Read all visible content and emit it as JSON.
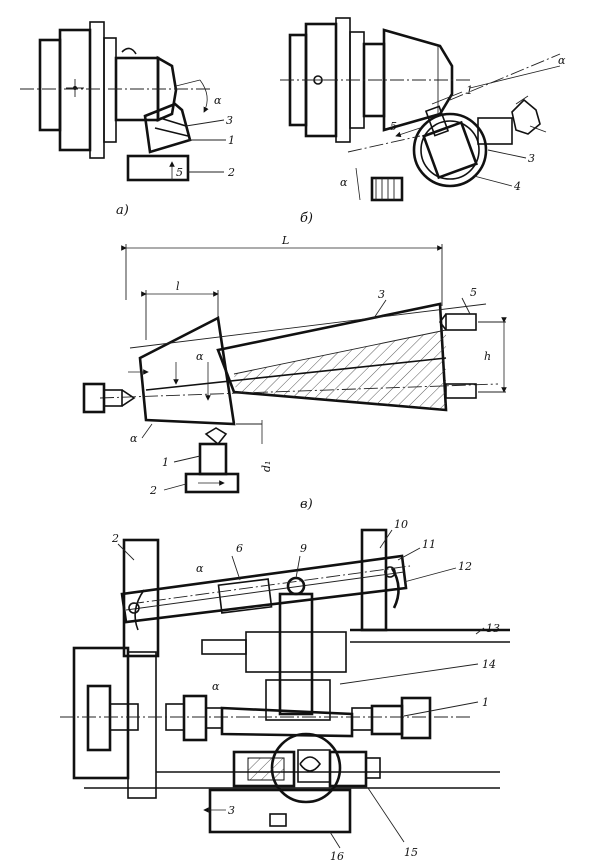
{
  "views": {
    "a": {
      "caption": "а)",
      "labels": {
        "alpha": "α",
        "three": "3",
        "one": "1",
        "five": "5",
        "two": "2"
      }
    },
    "b": {
      "caption": "б)",
      "labels": {
        "alpha": "α",
        "one": "1",
        "five": "5",
        "three": "3",
        "four": "4",
        "alpha2": "α"
      }
    },
    "c": {
      "caption": "в)",
      "labels": {
        "big_l": "L",
        "small_l": "l",
        "three": "3",
        "five": "5",
        "h": "h",
        "alpha": "α",
        "one": "1",
        "two": "2",
        "d": "d₁",
        "alpha2": "α"
      }
    },
    "d": {
      "labels": {
        "two": "2",
        "alpha": "α",
        "six": "6",
        "nine": "9",
        "ten": "10",
        "eleven": "11",
        "twelve": "12",
        "thirteen": "13",
        "fourteen": "14",
        "alpha2": "α",
        "one": "1",
        "three": "3",
        "fifteen": "15",
        "sixteen": "16"
      }
    }
  }
}
